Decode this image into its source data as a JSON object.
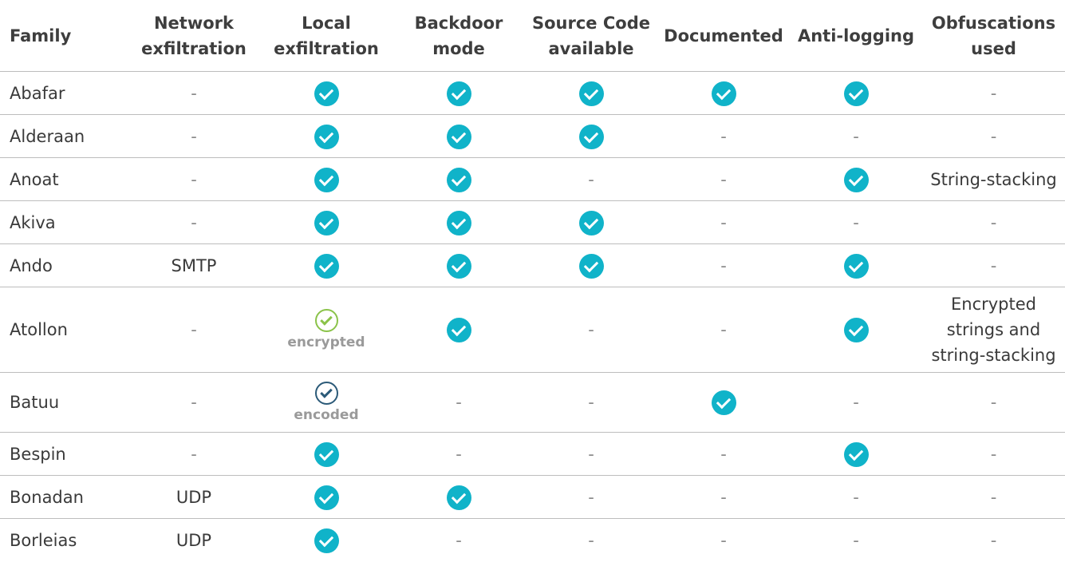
{
  "headers": [
    "Family",
    "Network exfiltration",
    "Local exfiltration",
    "Backdoor mode",
    "Source Code available",
    "Documented",
    "Anti-logging",
    "Obfuscations used"
  ],
  "header_lines": [
    [
      "Family"
    ],
    [
      "Network",
      "exfiltration"
    ],
    [
      "Local",
      "exfiltration"
    ],
    [
      "Backdoor",
      "mode"
    ],
    [
      "Source Code",
      "available"
    ],
    [
      "Documented"
    ],
    [
      "Anti-logging"
    ],
    [
      "Obfuscations",
      "used"
    ]
  ],
  "dash": "-",
  "colors": {
    "check": "#10b3c9",
    "encrypted": "#8bc34a",
    "encoded": "#2b5a78"
  },
  "rows": [
    {
      "family": "Abafar",
      "network": "-",
      "local": "check",
      "backdoor": "check",
      "source": "check",
      "documented": "check",
      "antilog": "check",
      "obfuscation": "-"
    },
    {
      "family": "Alderaan",
      "network": "-",
      "local": "check",
      "backdoor": "check",
      "source": "check",
      "documented": "-",
      "antilog": "-",
      "obfuscation": "-"
    },
    {
      "family": "Anoat",
      "network": "-",
      "local": "check",
      "backdoor": "check",
      "source": "-",
      "documented": "-",
      "antilog": "check",
      "obfuscation": "String-stacking"
    },
    {
      "family": "Akiva",
      "network": "-",
      "local": "check",
      "backdoor": "check",
      "source": "check",
      "documented": "-",
      "antilog": "-",
      "obfuscation": "-"
    },
    {
      "family": "Ando",
      "network": "SMTP",
      "local": "check",
      "backdoor": "check",
      "source": "check",
      "documented": "-",
      "antilog": "check",
      "obfuscation": "-"
    },
    {
      "family": "Atollon",
      "network": "-",
      "local": "encrypted",
      "local_note": "encrypted",
      "backdoor": "check",
      "source": "-",
      "documented": "-",
      "antilog": "check",
      "obfuscation": "Encrypted strings and string-stacking",
      "obfuscation_lines": [
        "Encrypted",
        "strings and",
        "string-stacking"
      ]
    },
    {
      "family": "Batuu",
      "network": "-",
      "local": "encoded",
      "local_note": "encoded",
      "backdoor": "-",
      "source": "-",
      "documented": "check",
      "antilog": "-",
      "obfuscation": "-"
    },
    {
      "family": "Bespin",
      "network": "-",
      "local": "check",
      "backdoor": "-",
      "source": "-",
      "documented": "-",
      "antilog": "check",
      "obfuscation": "-"
    },
    {
      "family": "Bonadan",
      "network": "UDP",
      "local": "check",
      "backdoor": "check",
      "source": "-",
      "documented": "-",
      "antilog": "-",
      "obfuscation": "-"
    },
    {
      "family": "Borleias",
      "network": "UDP",
      "local": "check",
      "backdoor": "-",
      "source": "-",
      "documented": "-",
      "antilog": "-",
      "obfuscation": "-"
    }
  ]
}
